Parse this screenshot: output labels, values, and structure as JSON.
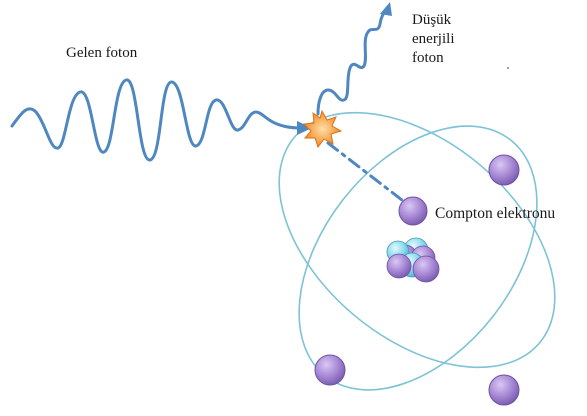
{
  "labels": {
    "incoming_photon": "Gelen foton",
    "scattered_photon": [
      "Düşük",
      "enerjili",
      "foton"
    ],
    "compton_electron": "Compton elektronu"
  },
  "colors": {
    "photon_wave": "#4f87c1",
    "orbit": "#7dc3d6",
    "electron_fill": "#a98ad6",
    "electron_stroke": "#7a5cb0",
    "nucleus_cyan": "#8fdcef",
    "collision_burst": "#f6a24a",
    "ejection_path": "#4f87c1"
  },
  "icons": {
    "collision": "starburst-icon",
    "arrow": "arrowhead-icon"
  }
}
